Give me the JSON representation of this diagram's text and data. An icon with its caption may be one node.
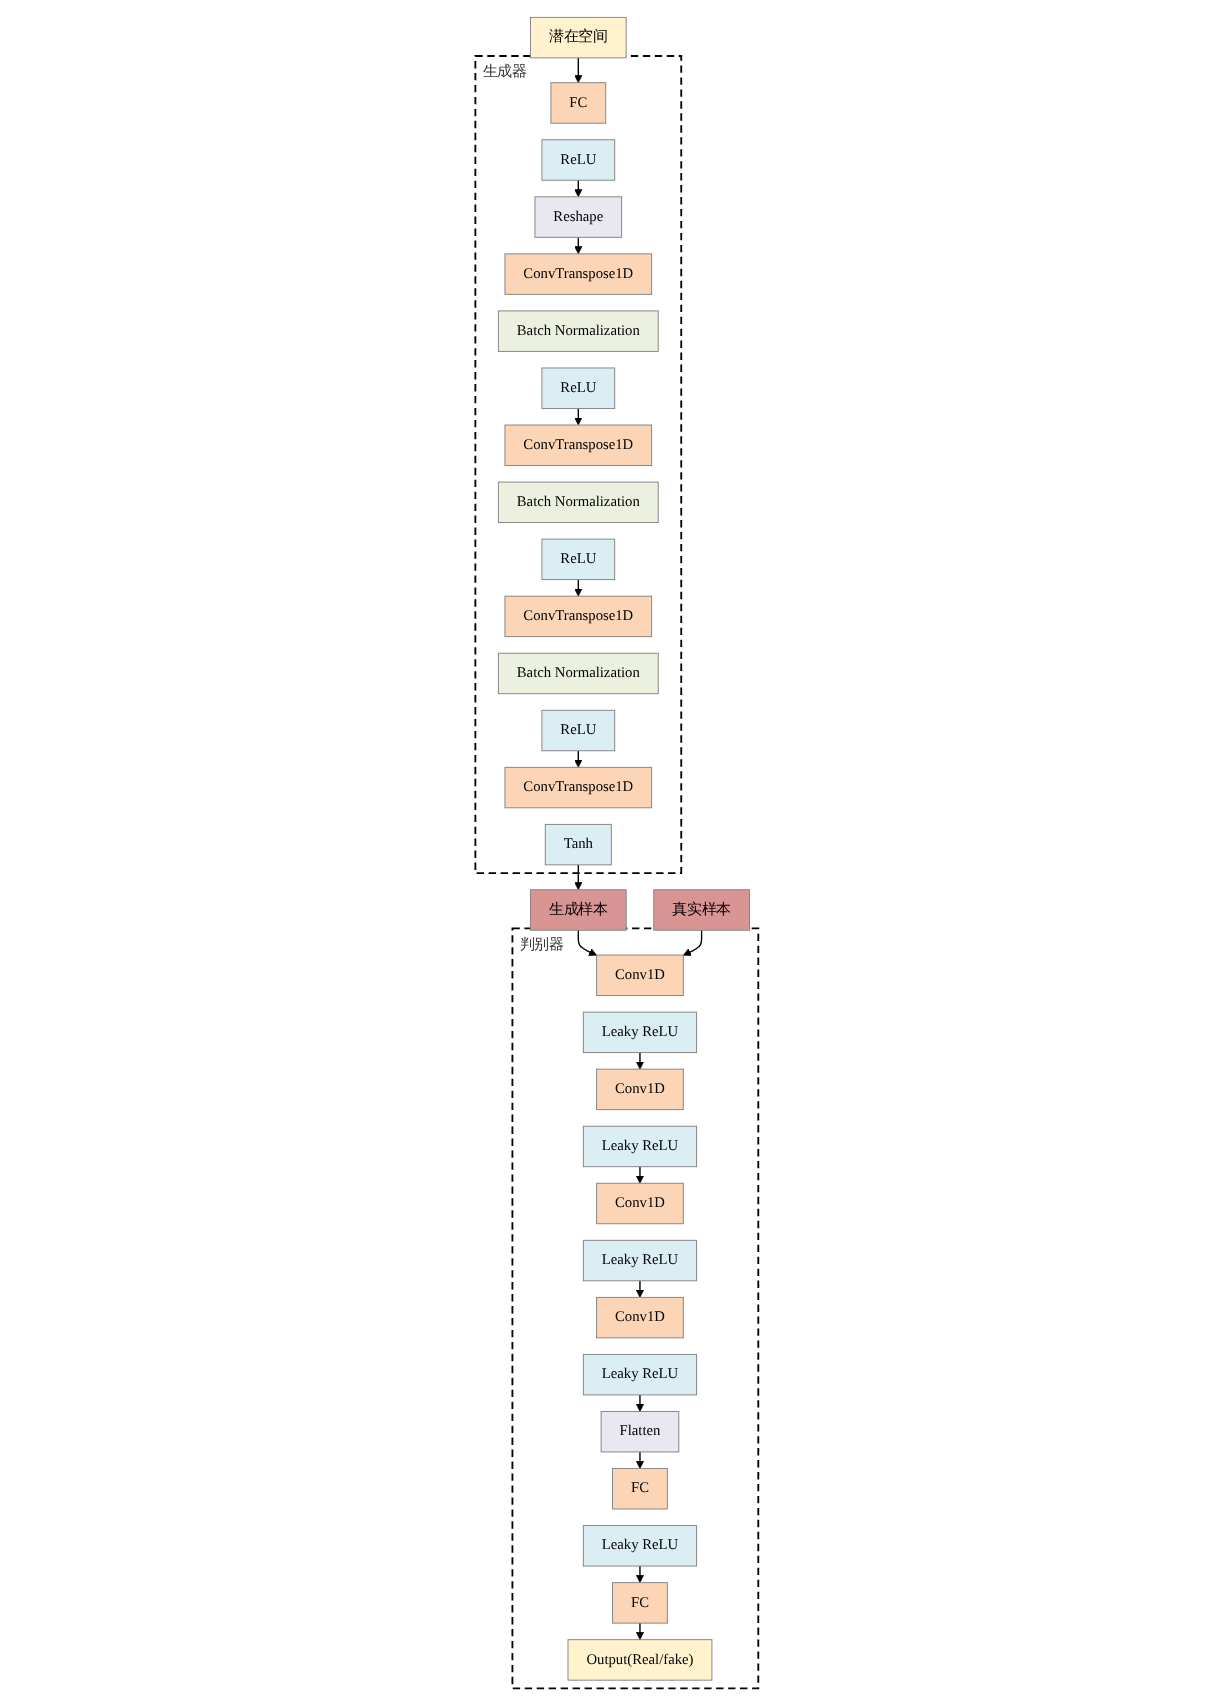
{
  "diagram": {
    "nodes": [
      {
        "text": [
          "潜在空间"
        ]
      },
      {
        "text": [
          "生成器"
        ]
      },
      {
        "text": [
          "FC"
        ],
        "in": 1
      },
      {
        "text": [
          "ReLU"
        ],
        "in": 1
      },
      {
        "text": [
          "Reshape"
        ],
        "in": 1
      },
      {
        "text": [
          "ConvTranspose1D"
        ],
        "in": 1
      },
      {
        "text": [
          "Batch Normalization"
        ],
        "in": 1
      },
      {
        "text": [
          "ReLU"
        ],
        "in": 1
      },
      {
        "text": [
          "ConvTranspose1D"
        ],
        "in": 1
      },
      {
        "text": [
          "Batch Normalization"
        ],
        "in": 1
      },
      {
        "text": [
          "ReLU"
        ],
        "in": 1
      },
      {
        "text": [
          "ConvTranspose1D"
        ],
        "in": 1
      },
      {
        "text": [
          "Batch Normalization"
        ],
        "in": 1
      },
      {
        "text": [
          "ReLU"
        ],
        "in": 1
      },
      {
        "text": [
          "ConvTranspose1D"
        ],
        "in": 1
      },
      {
        "text": [
          "Tanh"
        ],
        "in": 1
      },
      {
        "text": [
          "生成样本"
        ]
      },
      {
        "text": [
          "真实样本"
        ]
      },
      {
        "text": [
          "判别器"
        ]
      },
      {
        "text": [
          "Conv1D"
        ],
        "in": 18
      },
      {
        "text": [
          "Leaky ReLU"
        ],
        "in": 18
      },
      {
        "text": [
          "Conv1D"
        ],
        "in": 18
      },
      {
        "text": [
          "Leaky ReLU"
        ],
        "in": 18
      },
      {
        "text": [
          "Conv1D"
        ],
        "in": 18
      },
      {
        "text": [
          "Leaky ReLU"
        ],
        "in": 18
      },
      {
        "text": [
          "Conv1D"
        ],
        "in": 18
      },
      {
        "text": [
          "Leaky ReLU"
        ],
        "in": 18
      },
      {
        "text": [
          "Flatten"
        ],
        "in": 18
      },
      {
        "text": [
          "FC"
        ],
        "in": 18
      },
      {
        "text": [
          "Leaky ReLU"
        ],
        "in": 18
      },
      {
        "text": [
          "FC"
        ],
        "in": 18
      },
      {
        "text": [
          "Output(Real/fake)"
        ],
        "in": 18
      }
    ],
    "edges": [
      {
        "from": 0,
        "to": 2,
        "arrow": "to"
      },
      {
        "from": 3,
        "to": 4,
        "arrow": "to"
      },
      {
        "from": 4,
        "to": 5,
        "arrow": "to"
      },
      {
        "from": 7,
        "to": 8,
        "arrow": "to"
      },
      {
        "from": 10,
        "to": 11,
        "arrow": "to"
      },
      {
        "from": 13,
        "to": 14,
        "arrow": "to"
      },
      {
        "from": 15,
        "to": 16,
        "arrow": "to"
      },
      {
        "from": 16,
        "to": 19,
        "arrow": "to"
      },
      {
        "from": 17,
        "to": 19,
        "arrow": "to"
      },
      {
        "from": 20,
        "to": 21,
        "arrow": "to"
      },
      {
        "from": 22,
        "to": 23,
        "arrow": "to"
      },
      {
        "from": 24,
        "to": 25,
        "arrow": "to"
      },
      {
        "from": 26,
        "to": 27,
        "arrow": "to"
      },
      {
        "from": 27,
        "to": 28,
        "arrow": "to"
      },
      {
        "from": 29,
        "to": 30,
        "arrow": "to"
      },
      {
        "from": 30,
        "to": 31,
        "arrow": "to"
      }
    ]
  }
}
